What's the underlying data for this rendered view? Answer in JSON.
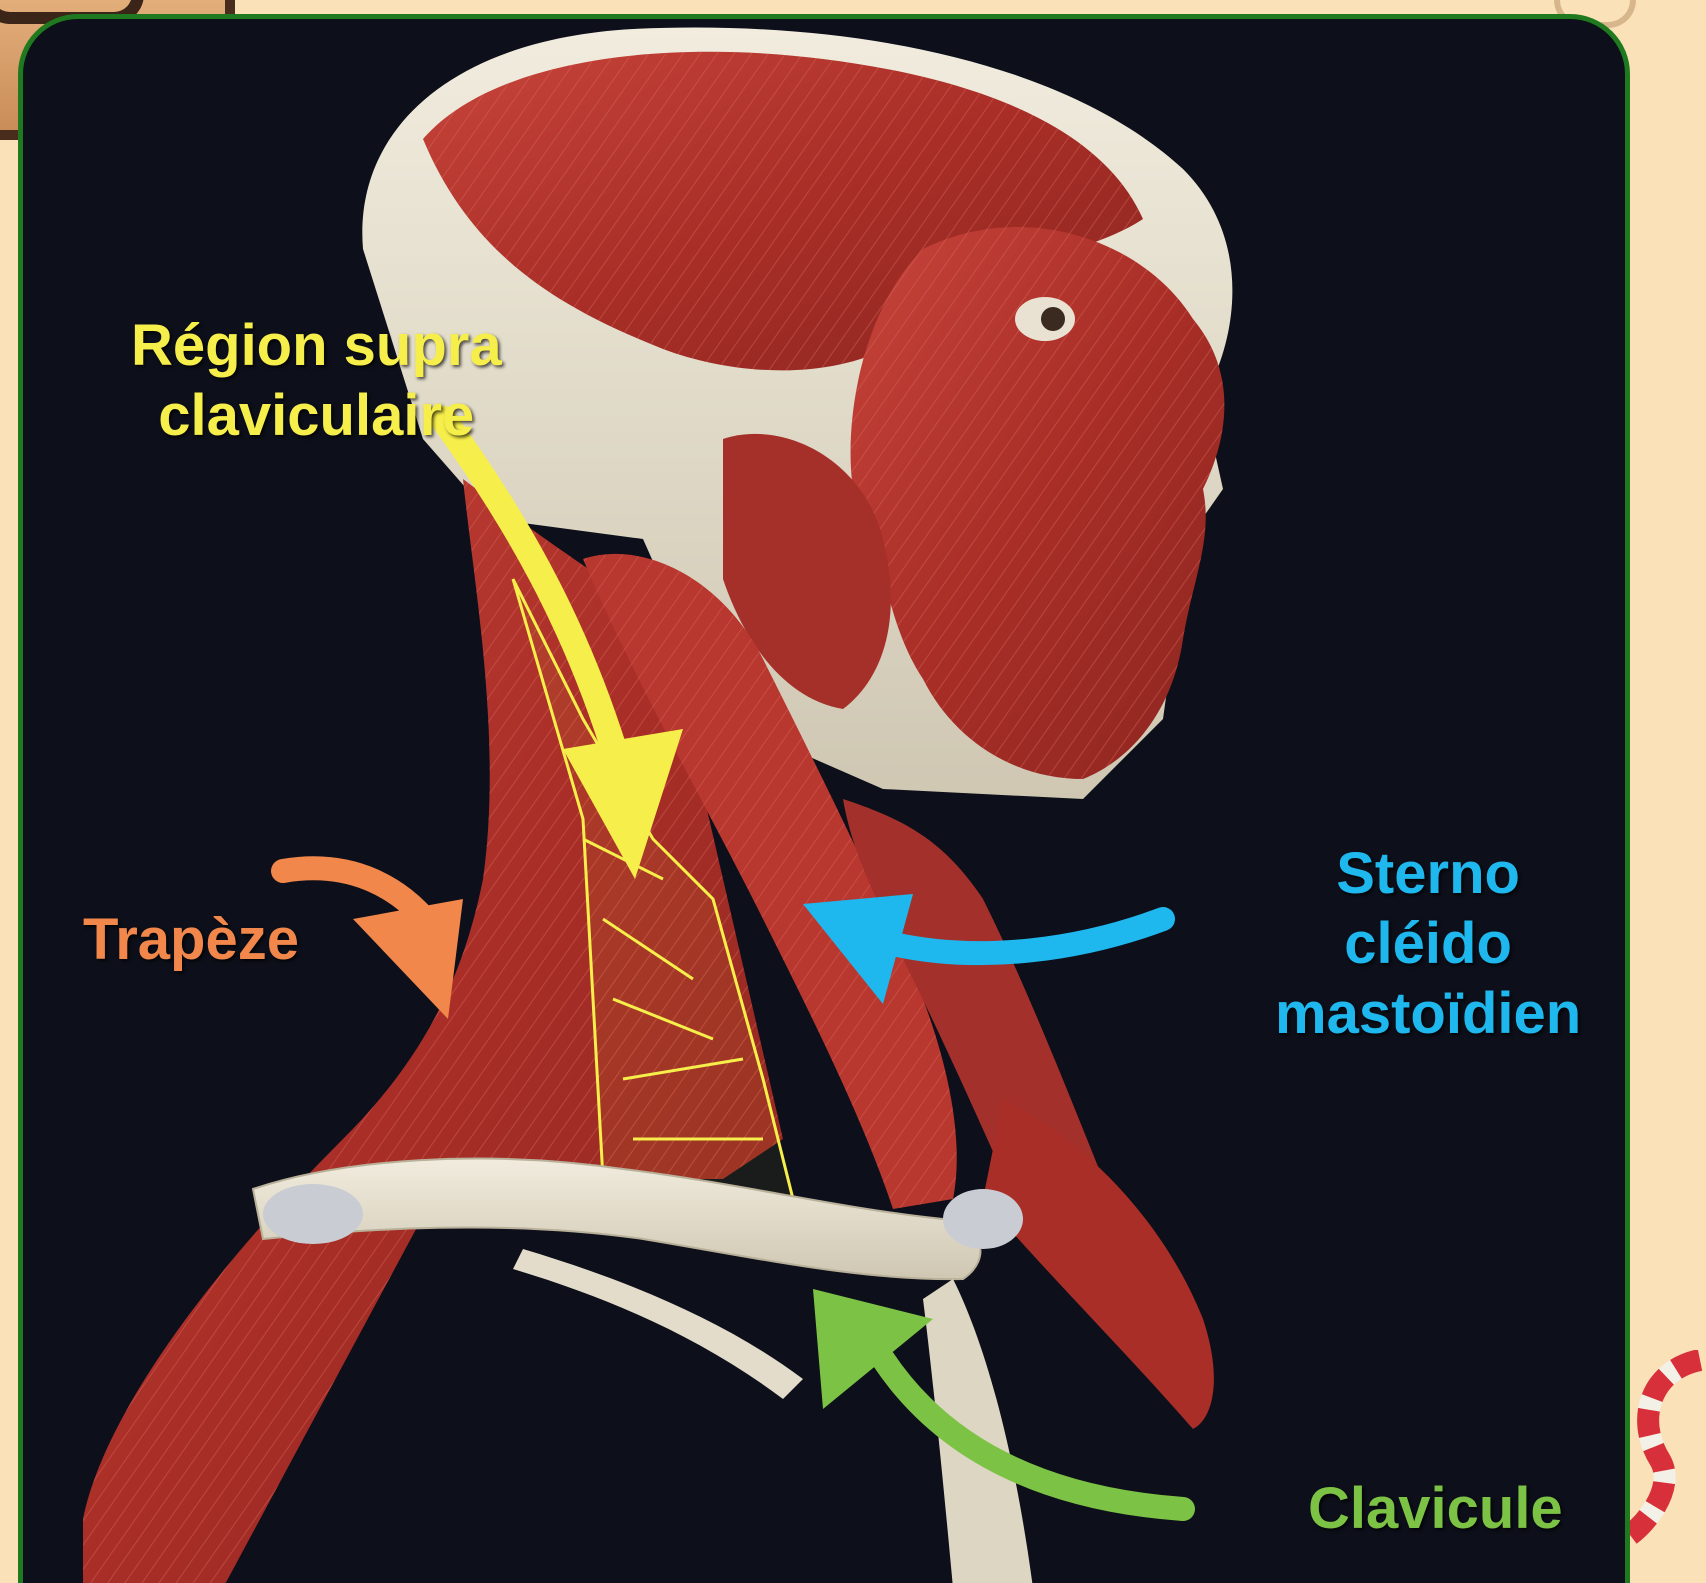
{
  "labels": {
    "region_supra_line1": "Région supra",
    "region_supra_line2": "claviculaire",
    "trapeze": "Trapèze",
    "sterno_line1": "Sterno",
    "sterno_line2": "cléido",
    "sterno_line3": "mastoïdien",
    "clavicule": "Clavicule"
  },
  "colors": {
    "region_supra": "#f6ee4a",
    "trapeze": "#f1874a",
    "sterno": "#1fb8ee",
    "clavicule": "#7cc244",
    "frame_border": "#1f7a1f",
    "muscle": "#b3342c",
    "bone": "#e7e1d0"
  },
  "icons": {
    "title_tab": "decorative-tab-icon",
    "tape": "tape-measure-icon"
  }
}
